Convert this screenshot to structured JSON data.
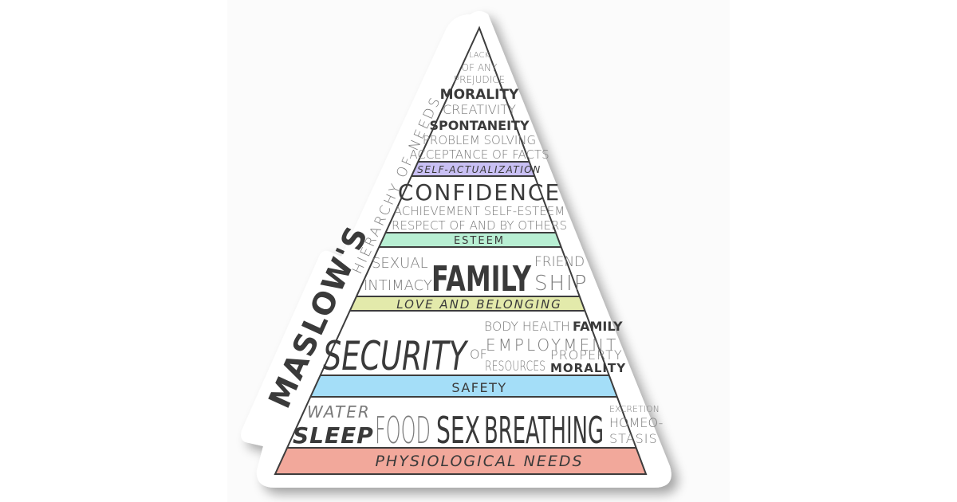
{
  "title": {
    "main": "MASLOW'S",
    "sub": "HIERARCHY OF NEEDS"
  },
  "colors": {
    "self_actualization": "#c9c0f4",
    "esteem": "#b8efd3",
    "love": "#e3eaab",
    "safety": "#a4def8",
    "physiological": "#f2a89b",
    "outline": "#3d3d3d"
  },
  "levels": {
    "self_actualization": {
      "label": "SELF-ACTUALIZATION",
      "words": [
        "LACK",
        "OF ANY",
        "PREJUDICE",
        "MORALITY",
        "CREATIVITY",
        "SPONTANEITY",
        "PROBLEM SOLVING",
        "ACCEPTANCE OF FACTS"
      ]
    },
    "esteem": {
      "label": "ESTEEM",
      "words": [
        "CONFIDENCE",
        "ACHIEVEMENT SELF-ESTEEM",
        "RESPECT OF AND BY OTHERS"
      ]
    },
    "love": {
      "label": "LOVE AND BELONGING",
      "words": [
        "SEXUAL",
        "INTIMACY",
        "FAMILY",
        "FRIEND",
        "SHIP"
      ]
    },
    "safety": {
      "label": "SAFETY",
      "words": [
        "SECURITY",
        "OF",
        "BODY HEALTH",
        "FAMILY",
        "EMPLOYMENT",
        "RESOURCES",
        "PROPERTY",
        "MORALITY"
      ]
    },
    "physiological": {
      "label": "PHYSIOLOGICAL NEEDS",
      "words": [
        "WATER",
        "SLEEP",
        "FOOD",
        "SEX",
        "BREATHING",
        "EXCRETION",
        "HOMEO-",
        "STASIS"
      ]
    }
  }
}
